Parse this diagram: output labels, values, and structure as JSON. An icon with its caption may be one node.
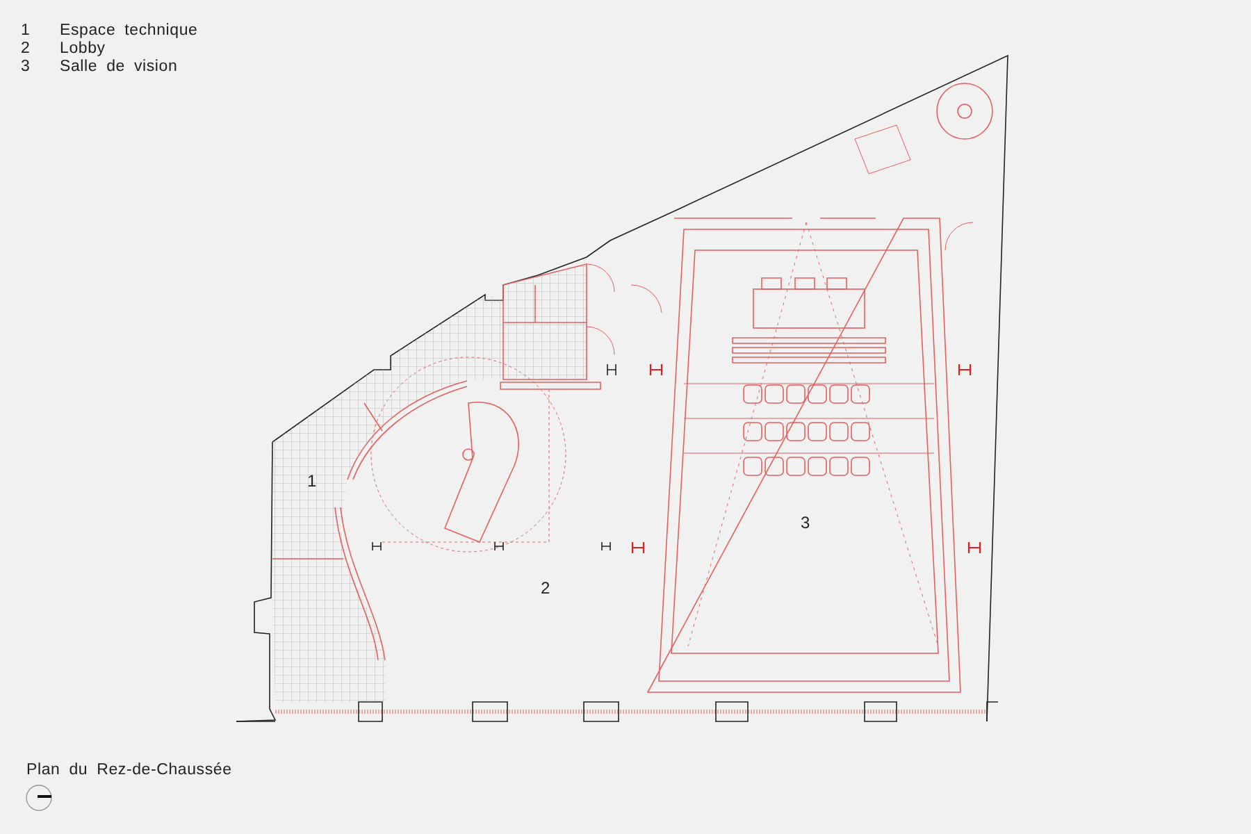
{
  "diagram": {
    "title": "Plan du Rez-de-Chaussée",
    "labels": [
      "1",
      "Espace technique",
      "2",
      "Lobby",
      "3",
      "Salle de vision",
      "1",
      "2",
      "3"
    ]
  }
}
